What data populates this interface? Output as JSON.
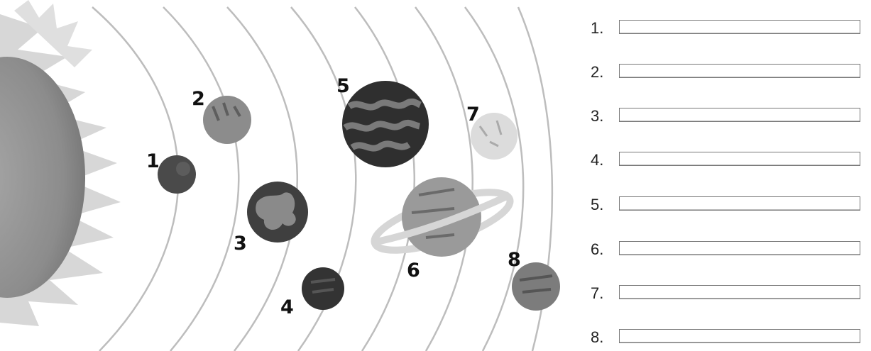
{
  "diagram": {
    "planets": [
      {
        "number": "1",
        "name": "mercury-planet"
      },
      {
        "number": "2",
        "name": "venus-planet"
      },
      {
        "number": "3",
        "name": "earth-planet"
      },
      {
        "number": "4",
        "name": "mars-planet"
      },
      {
        "number": "5",
        "name": "jupiter-planet"
      },
      {
        "number": "6",
        "name": "saturn-planet"
      },
      {
        "number": "7",
        "name": "uranus-planet"
      },
      {
        "number": "8",
        "name": "neptune-planet"
      }
    ]
  },
  "answers": [
    {
      "label": "1.",
      "value": ""
    },
    {
      "label": "2.",
      "value": ""
    },
    {
      "label": "3.",
      "value": ""
    },
    {
      "label": "4.",
      "value": ""
    },
    {
      "label": "5.",
      "value": ""
    },
    {
      "label": "6.",
      "value": ""
    },
    {
      "label": "7.",
      "value": ""
    },
    {
      "label": "8.",
      "value": ""
    }
  ],
  "colors": {
    "orbit": "#bdbdbd",
    "sun_core": "#9a9a9a",
    "sun_rays": "#cfcfcf",
    "planet_dark": "#3e3e3e",
    "planet_mid": "#8a8a8a",
    "planet_light": "#dcdcdc"
  }
}
